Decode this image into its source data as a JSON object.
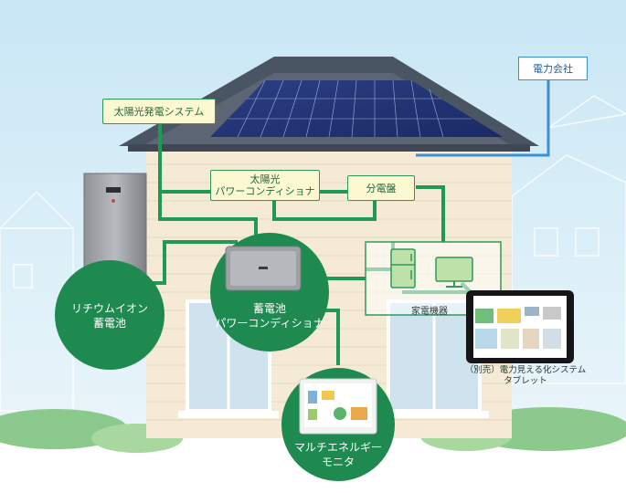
{
  "labels": {
    "solar_system": "太陽光発電システム",
    "solar_pcs_line1": "太陽光",
    "solar_pcs_line2": "パワーコンディショナ",
    "distribution_board": "分電盤",
    "power_company": "電力会社",
    "lithium_line1": "リチウムイオン",
    "lithium_line2": "蓄電池",
    "storage_pcs_line1": "蓄電池",
    "storage_pcs_line2": "パワーコンディショナ",
    "appliances": "家電機器",
    "monitor_line1": "マルチエネルギー",
    "monitor_line2": "モニタ",
    "tablet_line1": "（別売）電力見える化システム",
    "tablet_line2": "タブレット"
  },
  "colors": {
    "green_line": "#1f9a55",
    "circle_green": "#1e8a4f",
    "blue_line": "#3b8fd2",
    "sky": "#d9eef8"
  }
}
